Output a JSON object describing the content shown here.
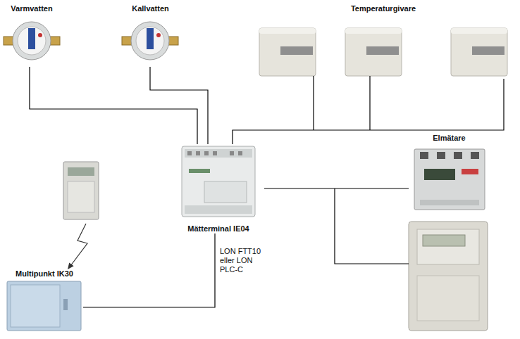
{
  "diagram": {
    "nodes": [
      {
        "text": [
          "Varmvatten"
        ]
      },
      {
        "text": [
          "Kallvatten"
        ]
      },
      {
        "text": [
          "Temperaturgivare"
        ]
      },
      {
        "text": [
          "Elmätare"
        ]
      },
      {
        "text": [
          "Mätterminal IE04"
        ]
      },
      {
        "text": [
          "Multipunkt IK30"
        ]
      }
    ],
    "edges": [
      {
        "from": 0,
        "to": 4,
        "arrow": "none"
      },
      {
        "from": 1,
        "to": 4,
        "arrow": "none"
      },
      {
        "from": 2,
        "to": 4,
        "arrow": "none"
      },
      {
        "from": 4,
        "to": 3,
        "arrow": "none"
      },
      {
        "from": 4,
        "to": 5,
        "label": "LON FTT10 eller LON PLC-C",
        "arrow": "none"
      }
    ]
  }
}
